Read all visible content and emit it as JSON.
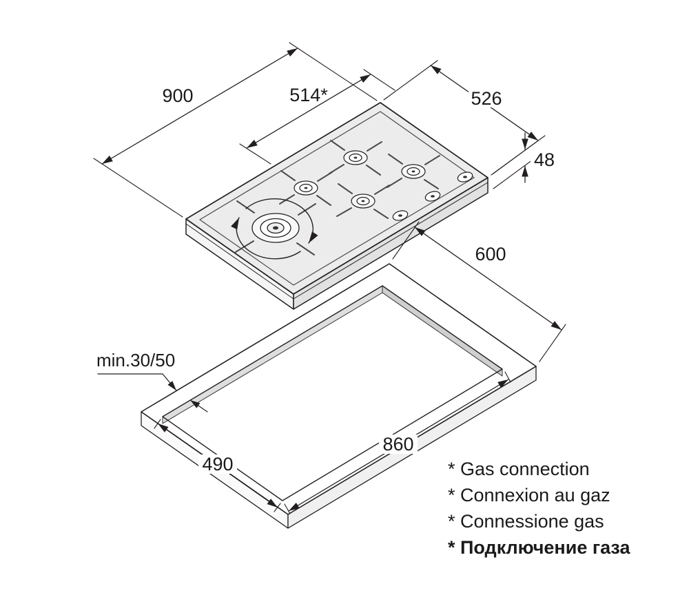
{
  "diagram": {
    "dimensions": {
      "hob_width": "900",
      "gas_connection": "514*",
      "hob_depth": "526",
      "hob_height": "48",
      "worktop_depth": "600",
      "edge_clearance": "min.30/50",
      "cutout_depth": "490",
      "cutout_width": "860"
    },
    "footnotes": [
      "* Gas connection",
      "* Connexion au gaz",
      "* Connessione gas",
      "* Подключение газа"
    ],
    "colors": {
      "line": "#231f20",
      "hob_top": "#ececec",
      "hob_side": "#e2e2e2",
      "background": "#ffffff"
    }
  }
}
